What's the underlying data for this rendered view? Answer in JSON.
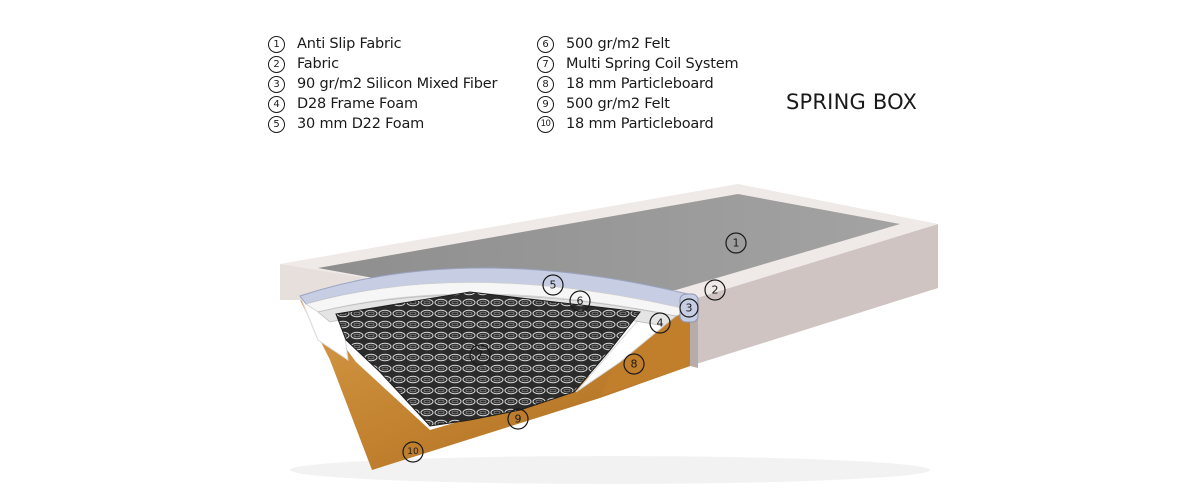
{
  "title": "SPRING BOX",
  "legend_left": [
    {
      "num": "1",
      "label": "Anti Slip Fabric"
    },
    {
      "num": "2",
      "label": "Fabric"
    },
    {
      "num": "3",
      "label": "90 gr/m2 Silicon Mixed Fiber"
    },
    {
      "num": "4",
      "label": "D28 Frame Foam"
    },
    {
      "num": "5",
      "label": "30 mm D22  Foam"
    }
  ],
  "legend_right": [
    {
      "num": "6",
      "label": "500 gr/m2 Felt"
    },
    {
      "num": "7",
      "label": "Multi Spring Coil System"
    },
    {
      "num": "8",
      "label": "18 mm Particleboard"
    },
    {
      "num": "9",
      "label": "500 gr/m2 Felt"
    },
    {
      "num": "10",
      "label": "18 mm Particleboard"
    }
  ],
  "callouts": [
    "1",
    "2",
    "3",
    "4",
    "5",
    "6",
    "7",
    "8",
    "9",
    "10"
  ],
  "colors": {
    "top_fabric": "#9a9a9a",
    "side_fabric": "#c9bfbc",
    "frame_foam": "#ffffff",
    "particleboard": "#c98a3a",
    "spring_cavity": "#2a2a2a",
    "fiber_layer": "#c7cde3"
  }
}
